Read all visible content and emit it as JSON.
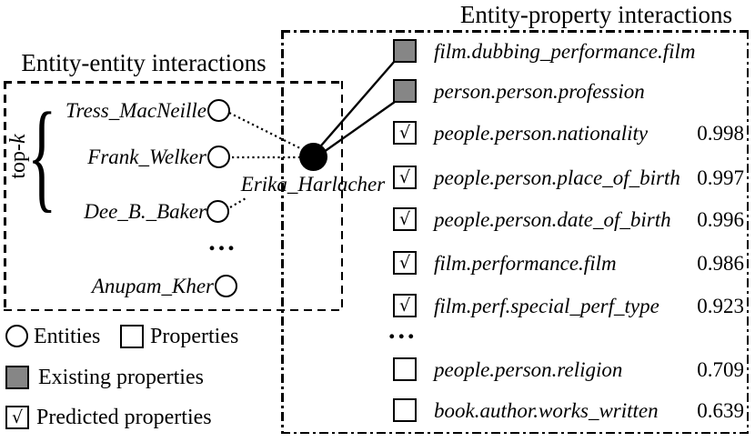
{
  "titles": {
    "left": "Entity-entity interactions",
    "right": "Entity-property interactions"
  },
  "left_box": {
    "topk_prefix": "top-",
    "topk_k": "k",
    "brace_glyph": "{",
    "entities": [
      "Tress_MacNeille",
      "Frank_Welker",
      "Dee_B._Baker",
      "Anupam_Kher"
    ],
    "ellipsis": "...",
    "center_entity": "Erika_Harlacher"
  },
  "right_box": {
    "ellipsis": "...",
    "rows": [
      {
        "label": "film.dubbing_performance.film",
        "type": "existing",
        "score": ""
      },
      {
        "label": "person.person.profession",
        "type": "existing",
        "score": ""
      },
      {
        "label": "people.person.nationality",
        "type": "predicted",
        "score": "0.998"
      },
      {
        "label": "people.person.place_of_birth",
        "type": "predicted",
        "score": "0.997"
      },
      {
        "label": "people.person.date_of_birth",
        "type": "predicted",
        "score": "0.996"
      },
      {
        "label": "film.performance.film",
        "type": "predicted",
        "score": "0.986"
      },
      {
        "label": "film.perf.special_perf_type",
        "type": "predicted",
        "score": "0.923"
      },
      {
        "label": "people.person.religion",
        "type": "plain",
        "score": "0.709"
      },
      {
        "label": "book.author.works_written",
        "type": "plain",
        "score": "0.639"
      }
    ]
  },
  "legend": {
    "entities": "Entities",
    "properties": "Properties",
    "existing": "Existing properties",
    "predicted": "Predicted properties"
  },
  "check_glyph": "√",
  "colors": {
    "existing-fill": "#868686",
    "line": "#000000",
    "background": "#ffffff"
  }
}
